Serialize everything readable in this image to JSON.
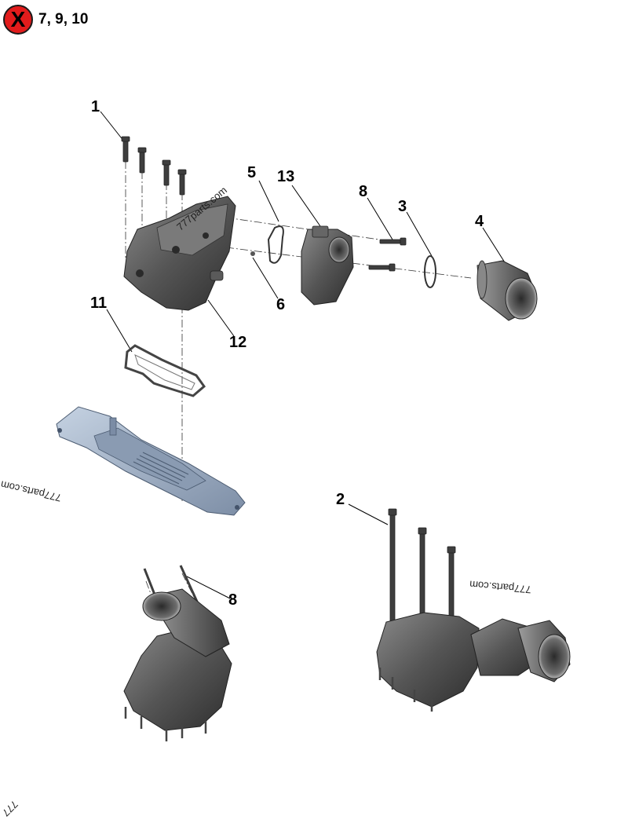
{
  "header": {
    "not_shown_symbol": "X",
    "not_shown_refs": "7, 9, 10",
    "badge_color": "#e21c1c"
  },
  "callouts": {
    "c1": "1",
    "c2": "2",
    "c3": "3",
    "c4": "4",
    "c5": "5",
    "c6": "6",
    "c8a": "8",
    "c8b": "8",
    "c11": "11",
    "c12": "12",
    "c13": "13"
  },
  "watermarks": {
    "w1": "777parts.com",
    "w2": "777parts.com",
    "w3": "777parts.com",
    "w4": "777"
  },
  "colors": {
    "part_dark": "#4a4a4a",
    "part_mid": "#6d6d6d",
    "part_light": "#9a9a9a",
    "manifold_blue": "#aebdd0"
  }
}
